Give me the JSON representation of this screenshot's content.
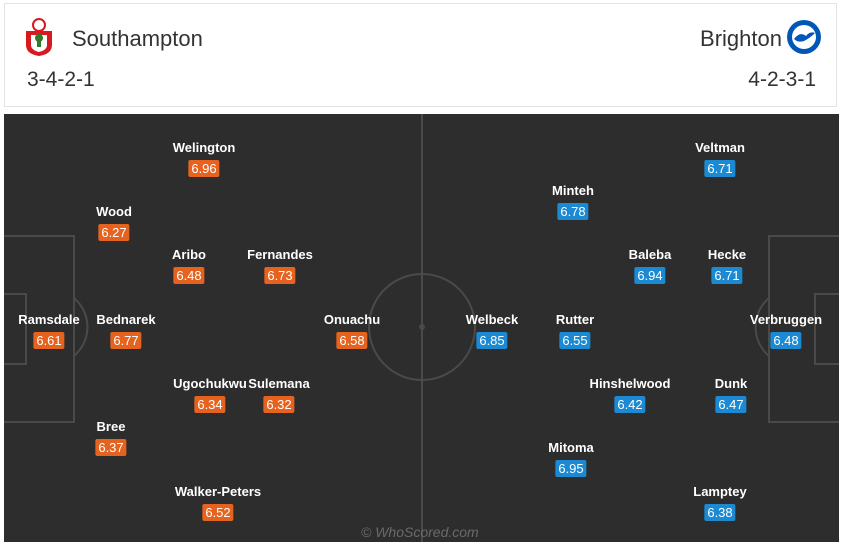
{
  "home": {
    "name": "Southampton",
    "formation": "3-4-2-1",
    "crest_icon": "southampton-crest-icon",
    "rating_color": "#e5631f",
    "players": [
      {
        "name": "Welington",
        "rating": "6.96"
      },
      {
        "name": "Wood",
        "rating": "6.27"
      },
      {
        "name": "Aribo",
        "rating": "6.48"
      },
      {
        "name": "Fernandes",
        "rating": "6.73"
      },
      {
        "name": "Ramsdale",
        "rating": "6.61"
      },
      {
        "name": "Bednarek",
        "rating": "6.77"
      },
      {
        "name": "Onuachu",
        "rating": "6.58"
      },
      {
        "name": "Ugochukwu",
        "rating": "6.34"
      },
      {
        "name": "Sulemana",
        "rating": "6.32"
      },
      {
        "name": "Bree",
        "rating": "6.37"
      },
      {
        "name": "Walker-Peters",
        "rating": "6.52"
      }
    ]
  },
  "away": {
    "name": "Brighton",
    "formation": "4-2-3-1",
    "crest_icon": "brighton-crest-icon",
    "rating_color": "#1b8ad3",
    "players": [
      {
        "name": "Veltman",
        "rating": "6.71"
      },
      {
        "name": "Minteh",
        "rating": "6.78"
      },
      {
        "name": "Baleba",
        "rating": "6.94"
      },
      {
        "name": "Hecke",
        "rating": "6.71"
      },
      {
        "name": "Welbeck",
        "rating": "6.85"
      },
      {
        "name": "Rutter",
        "rating": "6.55"
      },
      {
        "name": "Verbruggen",
        "rating": "6.48"
      },
      {
        "name": "Hinshelwood",
        "rating": "6.42"
      },
      {
        "name": "Dunk",
        "rating": "6.47"
      },
      {
        "name": "Mitoma",
        "rating": "6.95"
      },
      {
        "name": "Lamptey",
        "rating": "6.38"
      }
    ]
  },
  "watermark": "© WhoScored.com"
}
